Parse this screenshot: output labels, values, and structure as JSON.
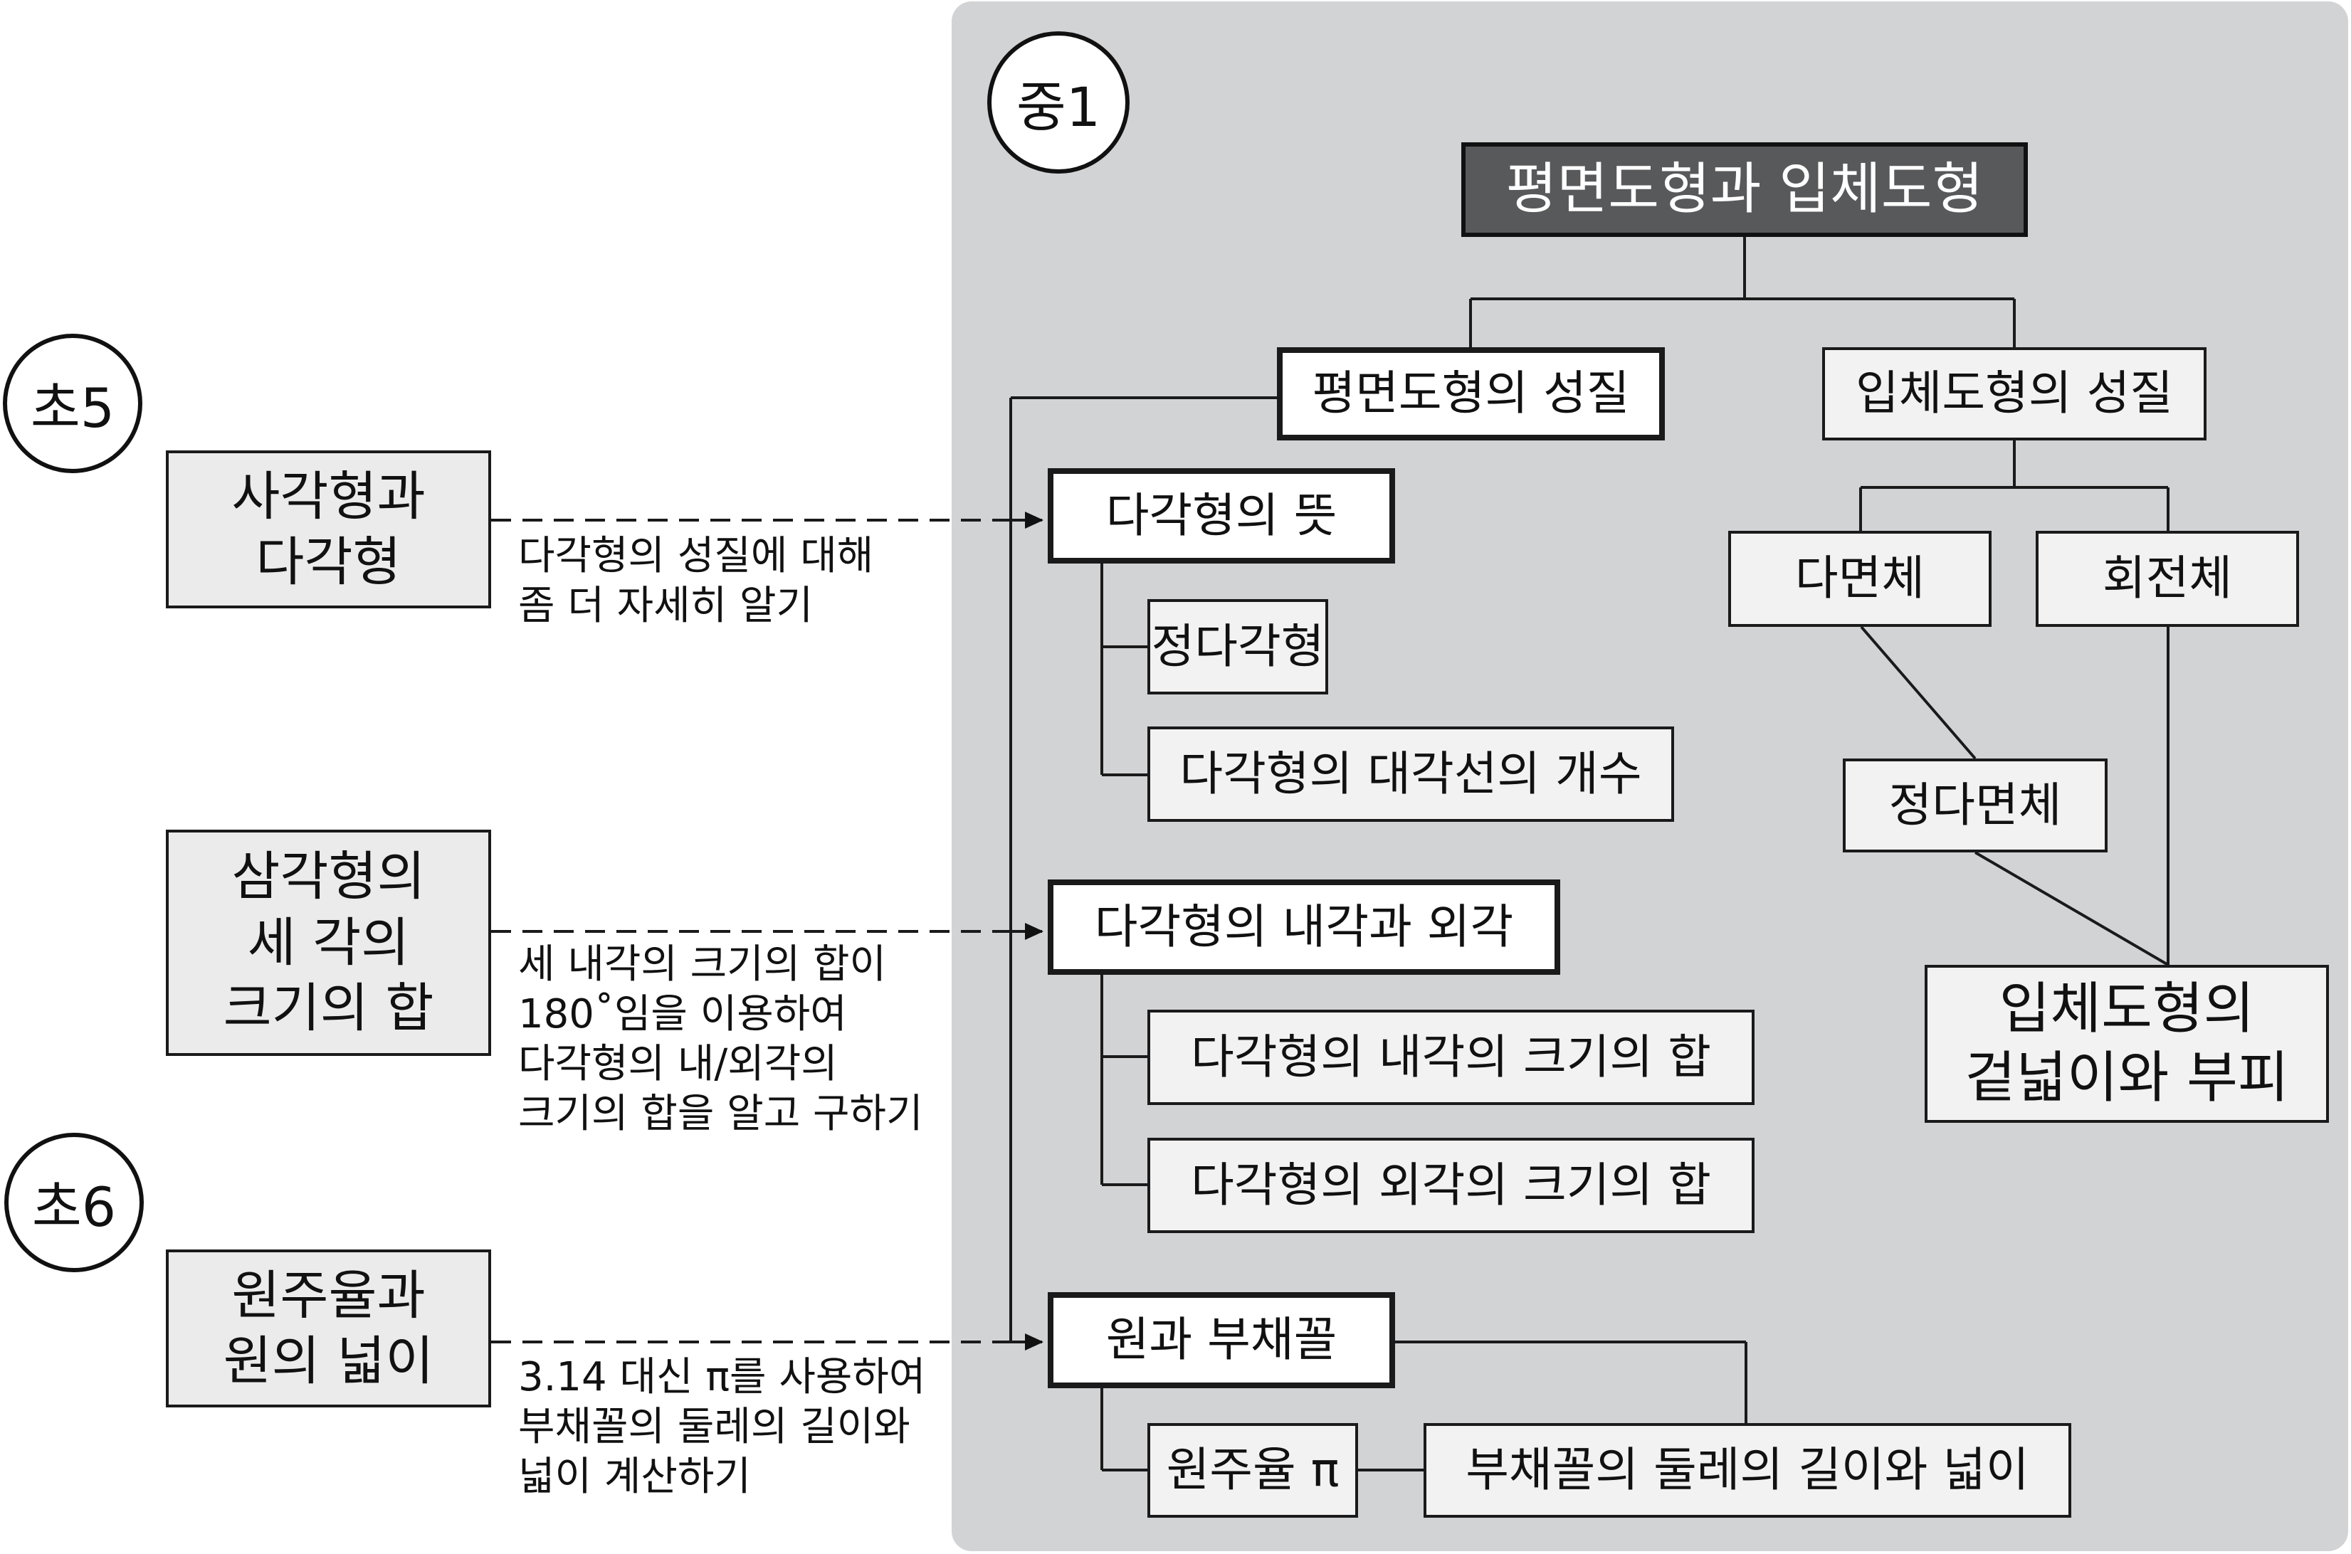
{
  "grade_labels": {
    "middle1": "중1",
    "elem5": "초5",
    "elem6": "초6"
  },
  "left_topics": {
    "rect_polygon": "사각형과\n다각형",
    "triangle_sum": "삼각형의\n세 각의\n크기의 합",
    "pi_area": "원주율과\n원의 넓이"
  },
  "notes": {
    "note1": "다각형의 성질에 대해\n좀 더 자세히 알기",
    "note2": "세 내각의 크기의 합이\n180˚임을 이용하여\n다각형의 내/외각의\n크기의 합을 알고 구하기",
    "note3": "3.14 대신 π를 사용하여\n부채꼴의 둘레의 길이와\n넓이 계산하기"
  },
  "tree": {
    "root": "평면도형과 입체도형",
    "plane_props": "평면도형의 성질",
    "solid_props": "입체도형의 성질",
    "polygon_meaning": "다각형의 뜻",
    "regular_polygon": "정다각형",
    "diagonal_count": "다각형의 대각선의 개수",
    "interior_exterior": "다각형의 내각과 외각",
    "interior_sum": "다각형의 내각의 크기의 합",
    "exterior_sum": "다각형의 외각의 크기의 합",
    "circle_sector": "원과 부채꼴",
    "pi_label": "원주율 π",
    "sector_perimeter_area": "부채꼴의 둘레의 길이와 넓이",
    "polyhedron": "다면체",
    "solid_revolution": "회전체",
    "regular_polyhedron": "정다면체",
    "surface_volume": "입체도형의\n겉넓이와 부피"
  }
}
